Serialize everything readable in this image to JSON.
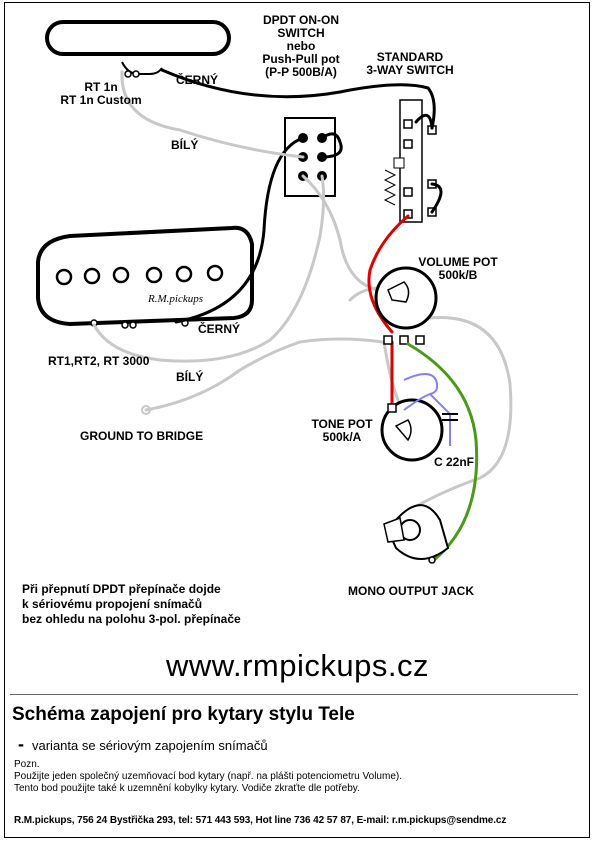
{
  "labels": {
    "switch_dpdt": [
      "DPDT ON-ON",
      "SWITCH",
      "nebo",
      "Push-Pull pot",
      "(P-P 500B/A)"
    ],
    "switch_3way": [
      "STANDARD",
      "3-WAY SWITCH"
    ],
    "neck_pickup": [
      "RT 1n",
      "RT 1n Custom"
    ],
    "bridge_pickup": "RT1,RT2, RT 3000",
    "wire_black": "ČERNÝ",
    "wire_white": "BÍLÝ",
    "volume_pot": [
      "VOLUME POT",
      "500k/B"
    ],
    "tone_pot": [
      "TONE POT",
      "500k/A"
    ],
    "capacitor": "C 22nF",
    "ground": "GROUND TO BRIDGE",
    "jack": "MONO OUTPUT JACK",
    "pickup_logo": "R.M.pickups"
  },
  "note_dpdt": [
    "Při přepnutí DPDT přepínače dojde",
    "k sériovému propojení snímačů",
    "bez ohledu na polohu 3-pol. přepínače"
  ],
  "website": "www.rmpickups.cz",
  "title": "Schéma zapojení pro kytary stylu Tele",
  "subtitle_dash": "-",
  "subtitle": "varianta se sériovým zapojením snímačů",
  "notes": {
    "heading": "Pozn.",
    "line1": "Použijte jeden společný uzemňovací bod kytary (např. na plášti potenciometru Volume).",
    "line2": "Tento bod použijte také k uzemnění kobylky kytary. Vodiče  zkraťte dle potřeby."
  },
  "footer": "R.M.pickups, 756 24 Bystřička 293, tel: 571 443 593, Hot line 736 42 57 87, E-mail: r.m.pickups@sendme.cz",
  "colors": {
    "red": "#e00000",
    "green": "#4a9a1a",
    "blue": "#8080ff",
    "gray": "#c8c8c8",
    "black": "#000000"
  }
}
